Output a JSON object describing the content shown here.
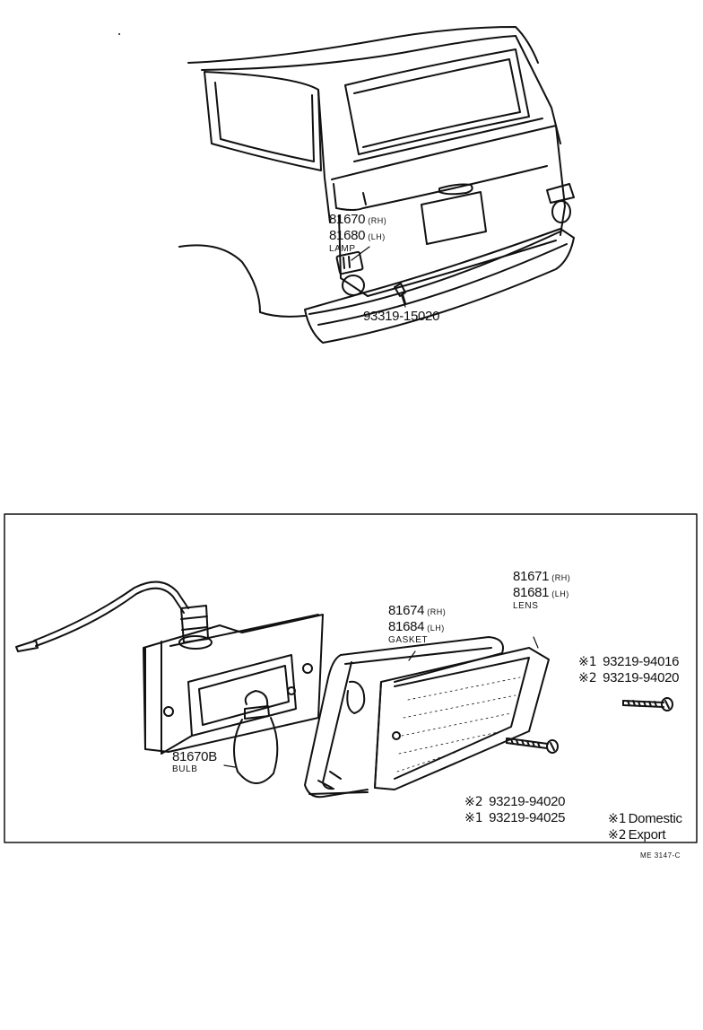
{
  "top_view": {
    "lamp": {
      "part_rh": "81670",
      "side_rh": "(RH)",
      "part_lh": "81680",
      "side_lh": "(LH)",
      "name": "LAMP"
    },
    "screw": {
      "part": "93319-15020"
    }
  },
  "detail_view": {
    "gasket": {
      "part_rh": "81674",
      "side_rh": "(RH)",
      "part_lh": "81684",
      "side_lh": "(LH)",
      "name": "GASKET"
    },
    "lens": {
      "part_rh": "81671",
      "side_rh": "(RH)",
      "part_lh": "81681",
      "side_lh": "(LH)",
      "name": "LENS"
    },
    "bulb": {
      "part": "81670B",
      "name": "BULB"
    },
    "screw_right": [
      {
        "mark": "※1",
        "part": "93219-94016"
      },
      {
        "mark": "※2",
        "part": "93219-94020"
      }
    ],
    "screw_bottom": [
      {
        "mark": "※2",
        "part": "93219-94020"
      },
      {
        "mark": "※1",
        "part": "93219-94025"
      }
    ],
    "legend": [
      {
        "mark": "※1",
        "text": "Domestic"
      },
      {
        "mark": "※2",
        "text": "Export"
      }
    ]
  },
  "diagram_code": "ME 3147-C"
}
